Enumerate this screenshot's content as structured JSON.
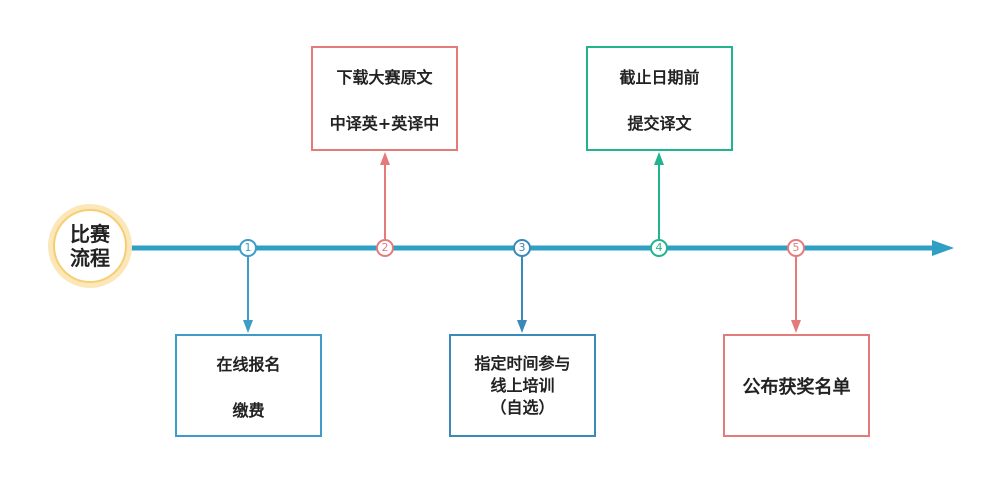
{
  "start_label": [
    "比赛",
    "流程"
  ],
  "steps": [
    {
      "num": "1",
      "color": "#3d9cc8",
      "lines": [
        "在线报名",
        "缴费"
      ]
    },
    {
      "num": "2",
      "color": "#e47b7b",
      "lines": [
        "下载大赛原文",
        "中译英+英译中"
      ]
    },
    {
      "num": "3",
      "color": "#3a89b8",
      "lines": [
        "指定时间参与",
        "线上培训",
        "（自选）"
      ]
    },
    {
      "num": "4",
      "color": "#22b38f",
      "lines": [
        "截止日期前",
        "提交译文"
      ]
    },
    {
      "num": "5",
      "color": "#e47b7b",
      "lines": [
        "公布获奖名单"
      ]
    }
  ],
  "colors": {
    "timeline": "#2f9fc4",
    "start_ring": "#f5cf72",
    "start_glow": "#fbe7b9"
  }
}
